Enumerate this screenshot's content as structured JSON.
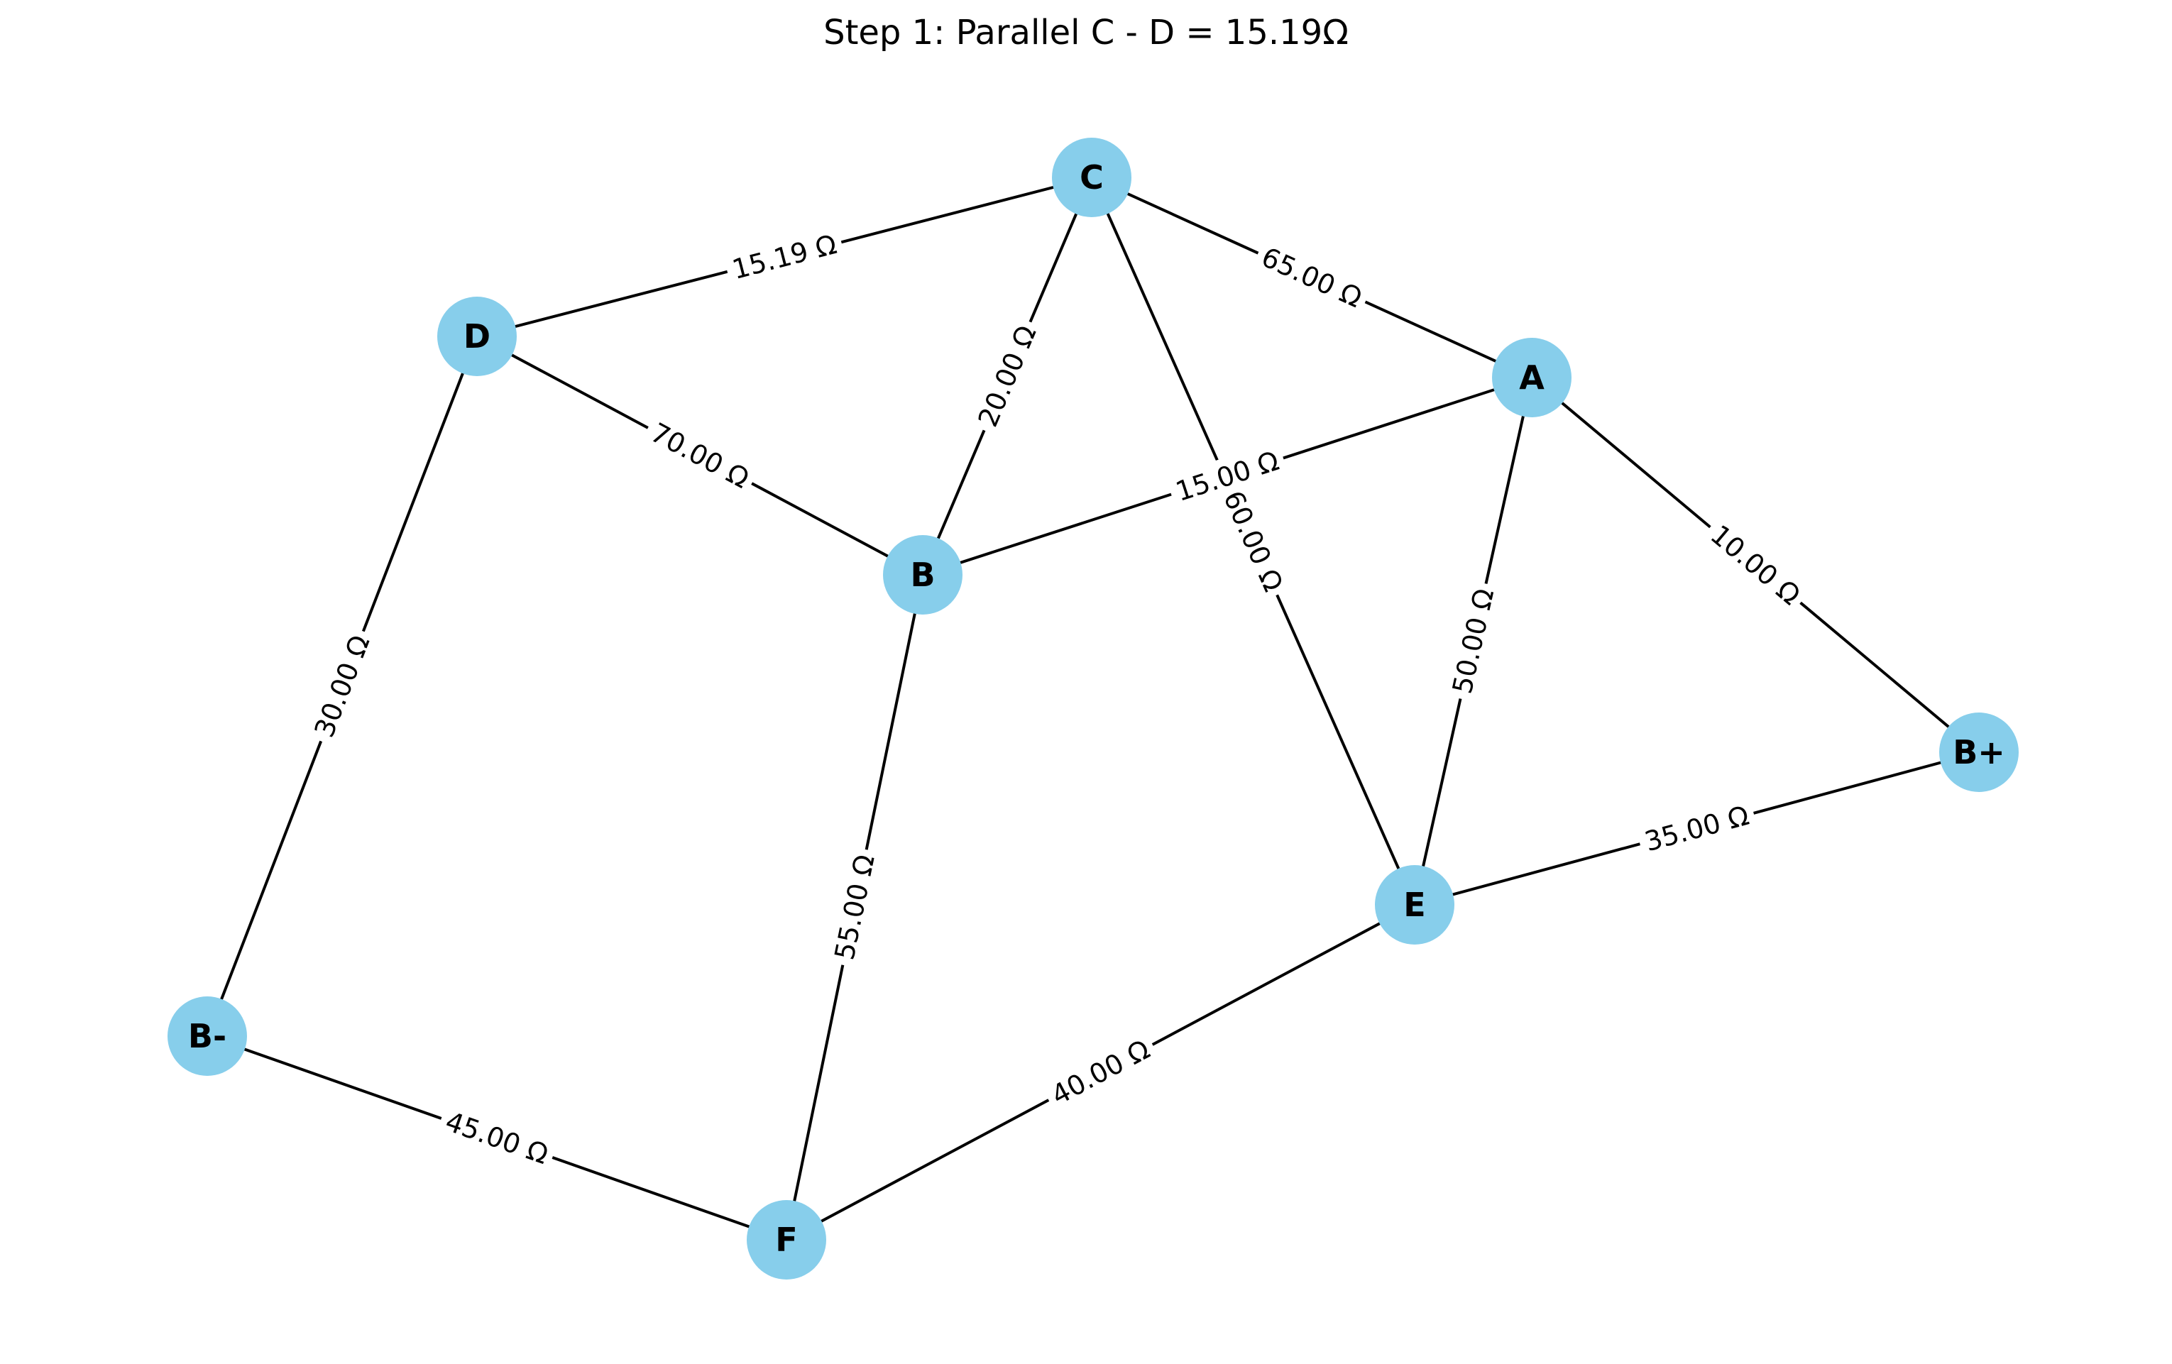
{
  "title": "Step 1: Parallel C - D = 15.19Ω",
  "colors": {
    "node_fill": "#87CEEB",
    "edge": "#000000",
    "text": "#000000",
    "background": "#ffffff"
  },
  "nodes": [
    {
      "id": "C",
      "label": "C"
    },
    {
      "id": "D",
      "label": "D"
    },
    {
      "id": "A",
      "label": "A"
    },
    {
      "id": "B",
      "label": "B"
    },
    {
      "id": "B+",
      "label": "B+"
    },
    {
      "id": "E",
      "label": "E"
    },
    {
      "id": "B-",
      "label": "B-"
    },
    {
      "id": "F",
      "label": "F"
    }
  ],
  "edges": [
    {
      "source": "D",
      "target": "C",
      "label": "15.19 Ω"
    },
    {
      "source": "C",
      "target": "A",
      "label": "65.00 Ω"
    },
    {
      "source": "C",
      "target": "B",
      "label": "20.00 Ω"
    },
    {
      "source": "C",
      "target": "E",
      "label": "60.00 Ω"
    },
    {
      "source": "D",
      "target": "B",
      "label": "70.00 Ω"
    },
    {
      "source": "D",
      "target": "B-",
      "label": "30.00 Ω"
    },
    {
      "source": "B",
      "target": "A",
      "label": "15.00 Ω"
    },
    {
      "source": "A",
      "target": "E",
      "label": "50.00 Ω"
    },
    {
      "source": "A",
      "target": "B+",
      "label": "10.00 Ω"
    },
    {
      "source": "E",
      "target": "B+",
      "label": "35.00 Ω"
    },
    {
      "source": "B",
      "target": "F",
      "label": "55.00 Ω"
    },
    {
      "source": "E",
      "target": "F",
      "label": "40.00 Ω"
    },
    {
      "source": "B-",
      "target": "F",
      "label": "45.00 Ω"
    }
  ]
}
